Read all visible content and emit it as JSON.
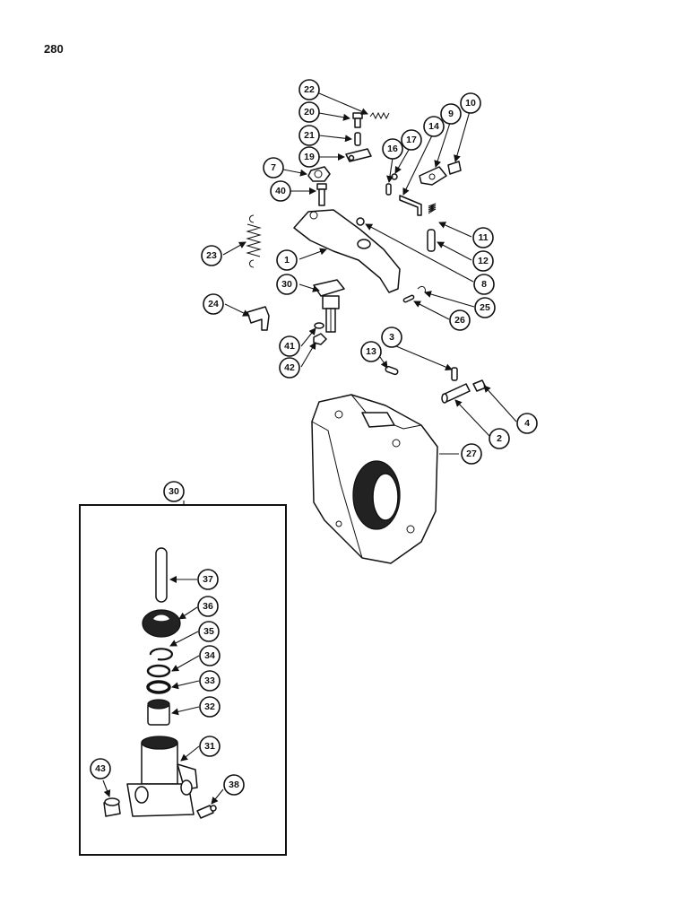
{
  "page": {
    "number": "280"
  },
  "inset": {
    "label": "30"
  },
  "callouts": [
    "22",
    "20",
    "21",
    "19",
    "7",
    "40",
    "16",
    "17",
    "14",
    "9",
    "10",
    "11",
    "12",
    "23",
    "1",
    "8",
    "30",
    "24",
    "25",
    "26",
    "41",
    "42",
    "13",
    "3",
    "4",
    "2",
    "27",
    "37",
    "36",
    "35",
    "34",
    "33",
    "32",
    "31",
    "43",
    "38"
  ]
}
